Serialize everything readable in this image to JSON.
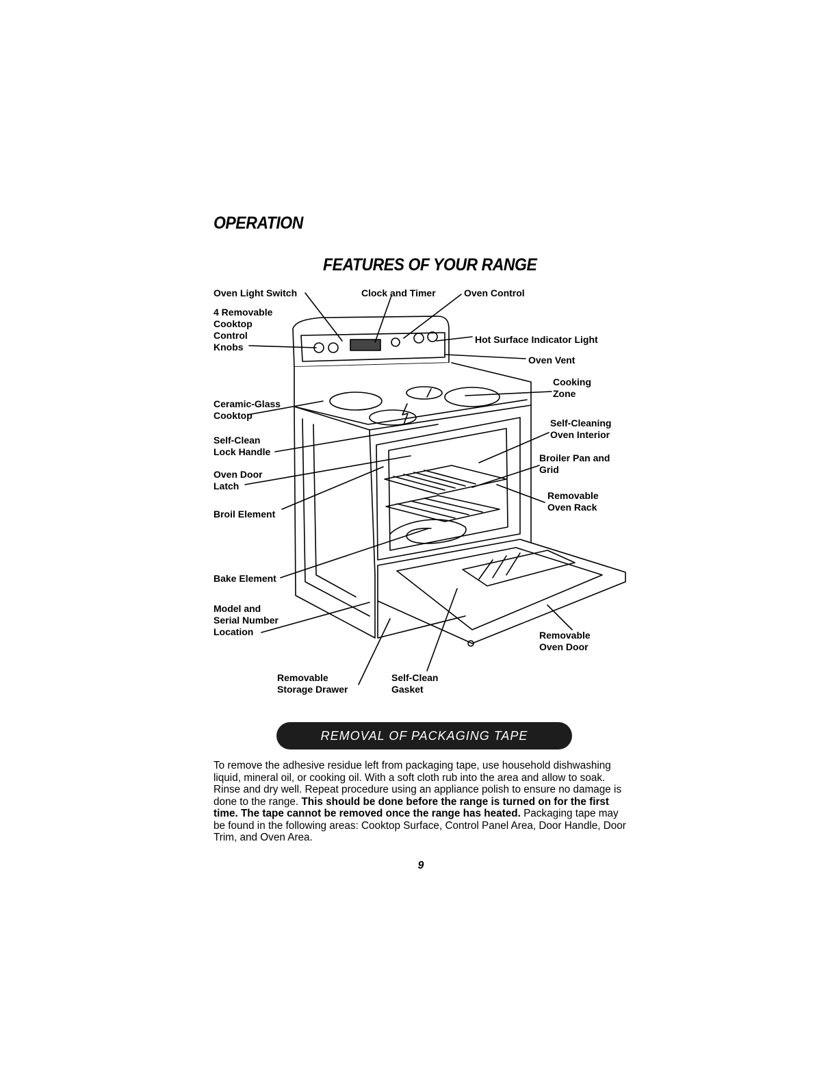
{
  "section_heading": "OPERATION",
  "title": "FEATURES OF YOUR RANGE",
  "labels": {
    "oven_light_switch": "Oven Light Switch",
    "clock_timer": "Clock and Timer",
    "oven_control": "Oven Control",
    "knobs": [
      "4 Removable",
      "Cooktop",
      "Control",
      "Knobs"
    ],
    "hot_surface": "Hot Surface Indicator Light",
    "oven_vent": "Oven Vent",
    "cooking_zone": [
      "Cooking",
      "Zone"
    ],
    "ceramic_glass": [
      "Ceramic-Glass",
      "Cooktop"
    ],
    "self_cleaning_interior": [
      "Self-Cleaning",
      "Oven Interior"
    ],
    "self_clean_lock": [
      "Self-Clean",
      "Lock Handle"
    ],
    "broiler_pan": [
      "Broiler Pan and",
      "Grid"
    ],
    "oven_door_latch": [
      "Oven Door",
      "Latch"
    ],
    "removable_rack": [
      "Removable",
      "Oven Rack"
    ],
    "broil_element": "Broil Element",
    "bake_element": "Bake Element",
    "model_serial": [
      "Model and",
      "Serial Number",
      "Location"
    ],
    "removable_door": [
      "Removable",
      "Oven Door"
    ],
    "storage_drawer": [
      "Removable",
      "Storage Drawer"
    ],
    "gasket": [
      "Self-Clean",
      "Gasket"
    ]
  },
  "banner": "REMOVAL OF PACKAGING TAPE",
  "paragraph": {
    "intro": "To remove the adhesive residue left from packaging tape, use household dishwashing liquid, mineral oil, or cooking oil. With a soft cloth rub into the area and allow to soak. Rinse and dry well. Repeat procedure using an appliance polish to ensure no damage is done to the range.",
    "bold": "This should be done before the range is turned on for the first time. The tape cannot be removed once the range has heated.",
    "outro": "Packaging tape may be found in the following areas: Cooktop Surface, Control Panel Area, Door Handle, Door Trim, and Oven Area."
  },
  "page_number": "9"
}
